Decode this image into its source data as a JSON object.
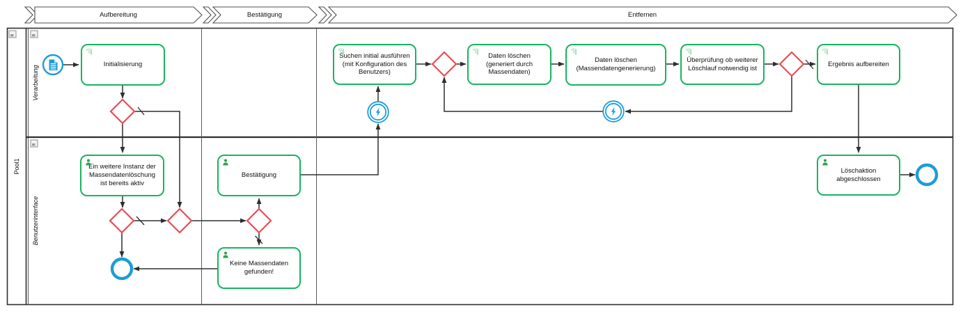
{
  "pool": "Pool1",
  "lanes": [
    "Verarbeitung",
    "Benutzerinterface"
  ],
  "milestones": [
    "Aufbereitung",
    "Bestätigung",
    "Entfernen"
  ],
  "tasks": [
    {
      "label": "Initialisierung",
      "type": "script"
    },
    {
      "label": "Suchen initial ausführen (mit Konfiguration des Benutzers)",
      "type": "script"
    },
    {
      "label": "Daten löschen (generiert durch Massendaten)",
      "type": "script"
    },
    {
      "label": "Daten löschen (Massendatengenerierung)",
      "type": "script"
    },
    {
      "label": "Überprüfung ob weiterer Löschlauf notwendig ist",
      "type": "script"
    },
    {
      "label": "Ergebnis aufbereiten",
      "type": "script"
    },
    {
      "label": "Ein weitere Instanz der Massendatenlöschung ist bereits aktiv",
      "type": "user"
    },
    {
      "label": "Bestätigung",
      "type": "user"
    },
    {
      "label": "Keine Massendaten gefunden!",
      "type": "user"
    },
    {
      "label": "Löschaktion abgeschlossen",
      "type": "user"
    }
  ],
  "events": {
    "start": {
      "icon": "document-icon"
    },
    "intermediate_1": {
      "icon": "bolt-icon"
    },
    "intermediate_2": {
      "icon": "bolt-icon"
    },
    "end_1": {
      "icon": "none"
    },
    "end_2": {
      "icon": "none"
    }
  },
  "icons": {
    "script_task": "script-icon",
    "user_task": "user-icon",
    "start_event": "document-icon",
    "intermediate_event": "bolt-icon",
    "collapse": "collapse-marker-icon"
  },
  "colors": {
    "task_border": "#17b45f",
    "icon_script": "#a5dcbb",
    "icon_user": "#2aa44e",
    "gateway": "#e84c55",
    "event": "#1b9dd9",
    "line": "#2e2e2e"
  }
}
